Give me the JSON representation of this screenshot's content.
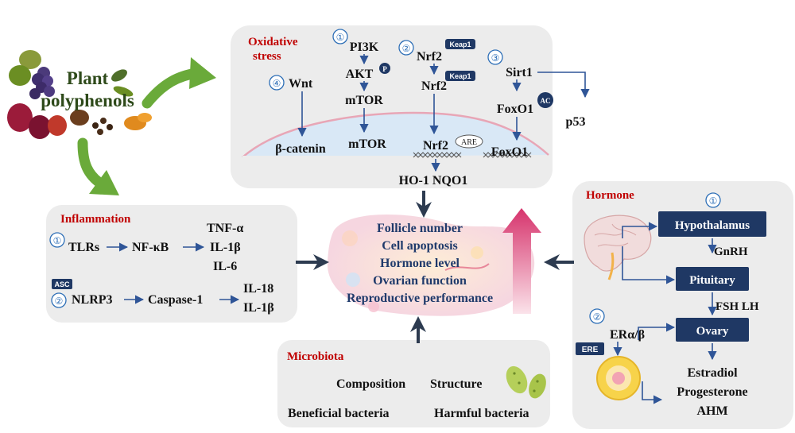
{
  "plant": {
    "title_line1": "Plant",
    "title_line2": "polyphenols"
  },
  "oxidative": {
    "title_line1": "Oxidative",
    "title_line2": "stress",
    "num1": "①",
    "num2": "②",
    "num3": "③",
    "num4": "④",
    "pi3k": "PI3K",
    "akt": "AKT",
    "akt_badge": "P",
    "mtor_top": "mTOR",
    "mtor_bottom": "mTOR",
    "nrf2_top": "Nrf2",
    "keap1_top": "Keap1",
    "nrf2_mid": "Nrf2",
    "keap1_mid": "Keap1",
    "nrf2_bottom": "Nrf2",
    "are": "ARE",
    "sirt1": "Sirt1",
    "foxo1_top": "FoxO1",
    "ac_badge": "AC",
    "foxo1_bottom": "FoxO1",
    "p53": "p53",
    "wnt": "Wnt",
    "beta_catenin": "β-catenin",
    "ho1_nqo1": "HO-1 NQO1"
  },
  "inflammation": {
    "title": "Inflammation",
    "num1": "①",
    "num2": "②",
    "tlrs": "TLRs",
    "nfkb": "NF-κB",
    "tnf": "TNF-α",
    "il1b_a": "IL-1β",
    "il6": "IL-6",
    "asc": "ASC",
    "nlrp3": "NLRP3",
    "caspase": "Caspase-1",
    "il18": "IL-18",
    "il1b_b": "IL-1β"
  },
  "center": {
    "lines": [
      "Follicle number",
      "Cell apoptosis",
      "Hormone level",
      "Ovarian function",
      "Reproductive performance"
    ]
  },
  "microbiota": {
    "title": "Microbiota",
    "composition": "Composition",
    "structure": "Structure",
    "beneficial": "Beneficial bacteria",
    "harmful": "Harmful bacteria"
  },
  "hormone": {
    "title": "Hormone",
    "num1": "①",
    "num2": "②",
    "hypothalamus": "Hypothalamus",
    "gnrh": "GnRH",
    "pituitary": "Pituitary",
    "fsh_lh": "FSH LH",
    "er": "ERα/β",
    "ere": "ERE",
    "ovary": "Ovary",
    "estradiol": "Estradiol",
    "progesterone": "Progesterone",
    "ahm": "AHM"
  },
  "colors": {
    "panel": "#ececec",
    "navy": "#1f3864",
    "arrow_blue": "#2f5597",
    "green_arrow": "#6aaa3a",
    "heading_red": "#c00000",
    "center_text": "#1f3a6b"
  }
}
